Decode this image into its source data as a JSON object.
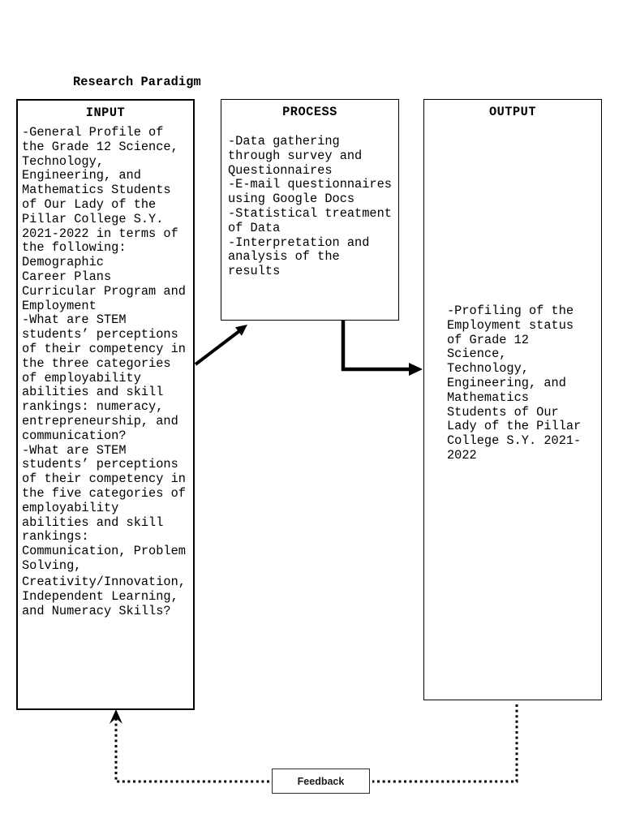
{
  "page": {
    "title": "Research Paradigm"
  },
  "colors": {
    "ink": "#000000",
    "background": "#ffffff",
    "feedback_border": "#2b2b2b"
  },
  "diagram": {
    "input": {
      "heading": "INPUT",
      "body": "-General Profile of\nthe Grade 12 Science,\nTechnology,\nEngineering, and\nMathematics Students\nof Our Lady of the\nPillar College S.Y.\n2021-2022 in terms of\nthe following:\nDemographic\nCareer Plans\nCurricular Program and\nEmployment\n-What are STEM\nstudents’ perceptions\nof their competency in\nthe three categories\nof employability\nabilities and skill\nrankings: numeracy,\nentrepreneurship, and\ncommunication?\n-What are STEM\nstudents’ perceptions\nof their competency in\nthe five categories of\nemployability\nabilities and skill\nrankings:\nCommunication, Problem\nSolving,",
      "body2": "Creativity/Innovation,\nIndependent Learning,\nand Numeracy Skills?"
    },
    "process": {
      "heading": "PROCESS",
      "body": "-Data gathering\nthrough survey and\nQuestionnaires\n-E-mail questionnaires\nusing Google Docs\n-Statistical treatment\nof Data\n-Interpretation and\nanalysis of the\nresults"
    },
    "output": {
      "heading": "OUTPUT",
      "body": "-Profiling of the\nEmployment status\nof Grade 12\nScience,\nTechnology,\nEngineering, and\nMathematics\nStudents of Our\nLady of the Pillar\nCollege S.Y. 2021-\n2022"
    },
    "feedback": {
      "label": "Feedback"
    }
  }
}
